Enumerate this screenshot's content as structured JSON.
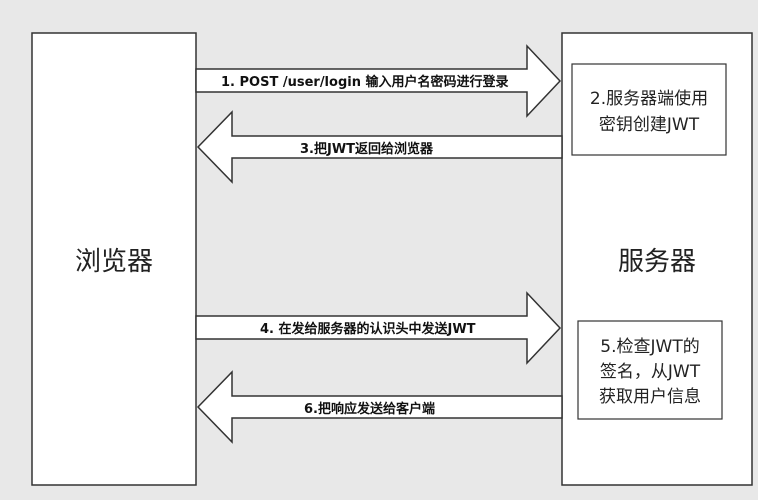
{
  "browser": {
    "label": "浏览器"
  },
  "server": {
    "label": "服务器"
  },
  "arrows": [
    {
      "label": "1. POST /user/login 输入用户名密码进行登录"
    },
    {
      "label": "3.把JWT返回给浏览器"
    },
    {
      "label": "4. 在发给服务器的认识头中发送JWT"
    },
    {
      "label": "6.把响应发送给客户端"
    }
  ],
  "notes": [
    {
      "lines": [
        "2.服务器端使用",
        "密钥创建JWT"
      ]
    },
    {
      "lines": [
        "5.检查JWT的",
        "签名，从JWT",
        "获取用户信息"
      ]
    }
  ]
}
